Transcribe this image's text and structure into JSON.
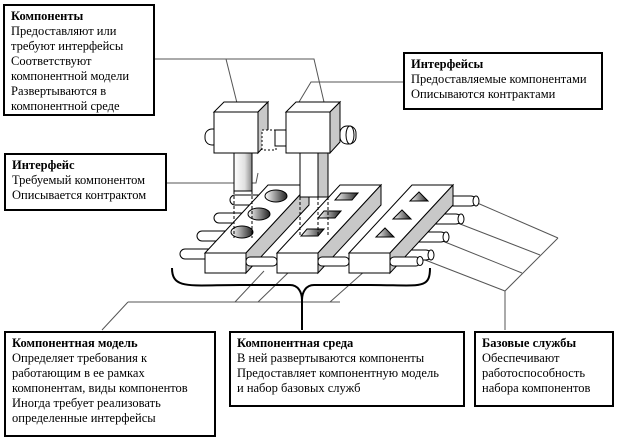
{
  "boxes": {
    "components": {
      "title": "Компоненты",
      "lines": [
        "Предоставляют или",
        "требуют интерфейсы",
        "Соответствуют",
        "компонентной модели",
        "Развертываются в",
        "компонентной среде"
      ]
    },
    "provided_interfaces": {
      "title": "Интерфейсы",
      "lines": [
        "Предоставляемые компонентами",
        "Описываются контрактами"
      ]
    },
    "required_interface": {
      "title": "Интерфейс",
      "lines": [
        "Требуемый компонентом",
        "Описывается контрактом"
      ]
    },
    "component_model": {
      "title": "Компонентная модель",
      "lines": [
        "Определяет требования к",
        "работающим в ее рамках",
        "компонентам, виды компонентов",
        "Иногда требует реализовать",
        "определенные интерфейсы"
      ]
    },
    "component_environment": {
      "title": "Компонентная среда",
      "lines": [
        "В ней развертываются компоненты",
        "Предоставляет компонентную модель",
        "и набор базовых служб"
      ]
    },
    "basic_services": {
      "title": "Базовые службы",
      "lines": [
        "Обеспечивают",
        "работоспособность",
        "набора компонентов"
      ]
    }
  },
  "colors": {
    "stroke": "#000000",
    "connector": "#555555",
    "side_face": "#c8c8c8",
    "background": "#ffffff"
  }
}
